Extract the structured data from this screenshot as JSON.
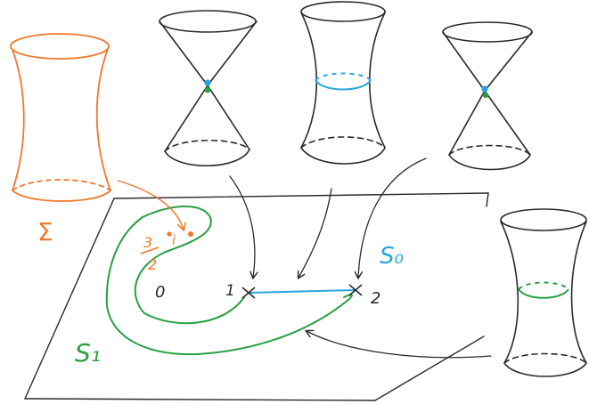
{
  "labels": {
    "sigma": "Σ",
    "frac_num": "3",
    "frac_den": "2",
    "half_i": "i",
    "origin": "0",
    "point_one": "1",
    "point_two": "2",
    "s_zero": "S₀",
    "s_one": "S₁"
  },
  "colors": {
    "ink": "#2a2a2a",
    "orange": "#f0782a",
    "green": "#27a044",
    "blue": "#2aa6dc"
  },
  "icons": [
    "orange-hyperboloid-sigma",
    "double-cone-blue-green-vertex",
    "hyperboloid-blue-waist",
    "double-cone-blue-green-vertex-right",
    "hyperboloid-green-waist",
    "parameter-plane"
  ]
}
